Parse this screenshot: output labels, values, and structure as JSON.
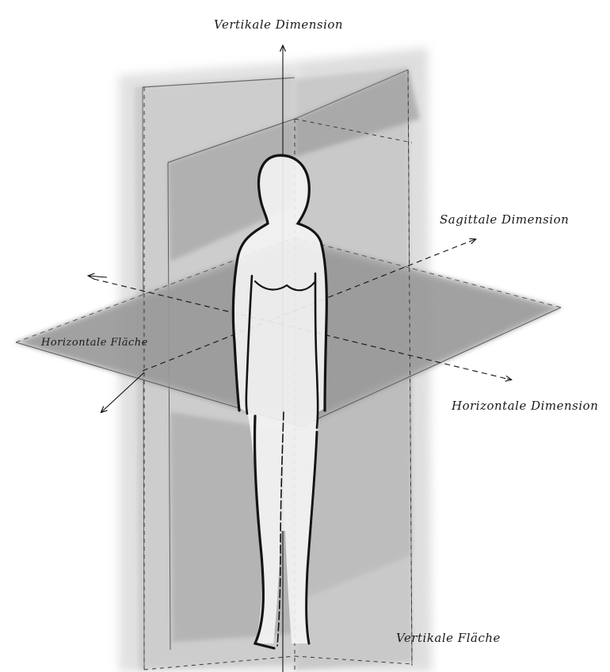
{
  "labels": {
    "vertikale_dimension": "Vertikale Dimension",
    "sagittale_dimension": "Sagittale Dimension",
    "horizontale_flaeche": "Horizontale Fläche",
    "horizontale_dimension": "Horizontale Dimension",
    "vertikale_flaeche": "Vertikale Fläche"
  },
  "colors": {
    "wash_light": "#c9c9c9",
    "wash_mid": "#a9a9a9",
    "wash_dark": "#8f8f8f",
    "ink": "#141414",
    "figure_fill": "#f4f4f4"
  }
}
